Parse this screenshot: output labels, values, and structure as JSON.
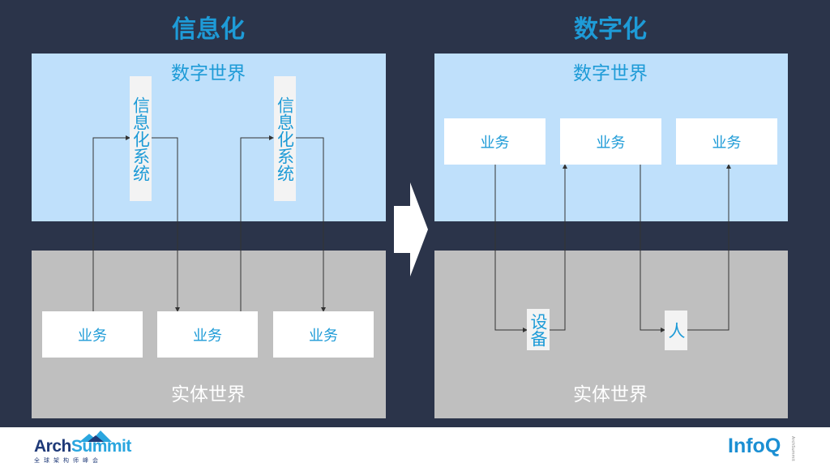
{
  "left": {
    "heading": "信息化",
    "top_panel_title": "数字世界",
    "bottom_panel_title": "实体世界",
    "systems": [
      "信息化系统",
      "信息化系统"
    ],
    "business_boxes": [
      "业务",
      "业务",
      "业务"
    ]
  },
  "right": {
    "heading": "数字化",
    "top_panel_title": "数字世界",
    "bottom_panel_title": "实体世界",
    "business_boxes": [
      "业务",
      "业务",
      "业务"
    ],
    "device_label": "设备",
    "person_label": "人"
  },
  "footer": {
    "arch_logo_main": "Arch",
    "arch_logo_accent": "Summit",
    "arch_logo_sub": "全球架构师峰会",
    "infoq_logo": "InfoQ",
    "infoq_logo_tag": "ArchSummit"
  },
  "colors": {
    "background": "#2b344a",
    "accent_blue": "#1e9bd7",
    "digital_panel": "#bfe0fb",
    "physical_panel": "#bfbfbf"
  }
}
